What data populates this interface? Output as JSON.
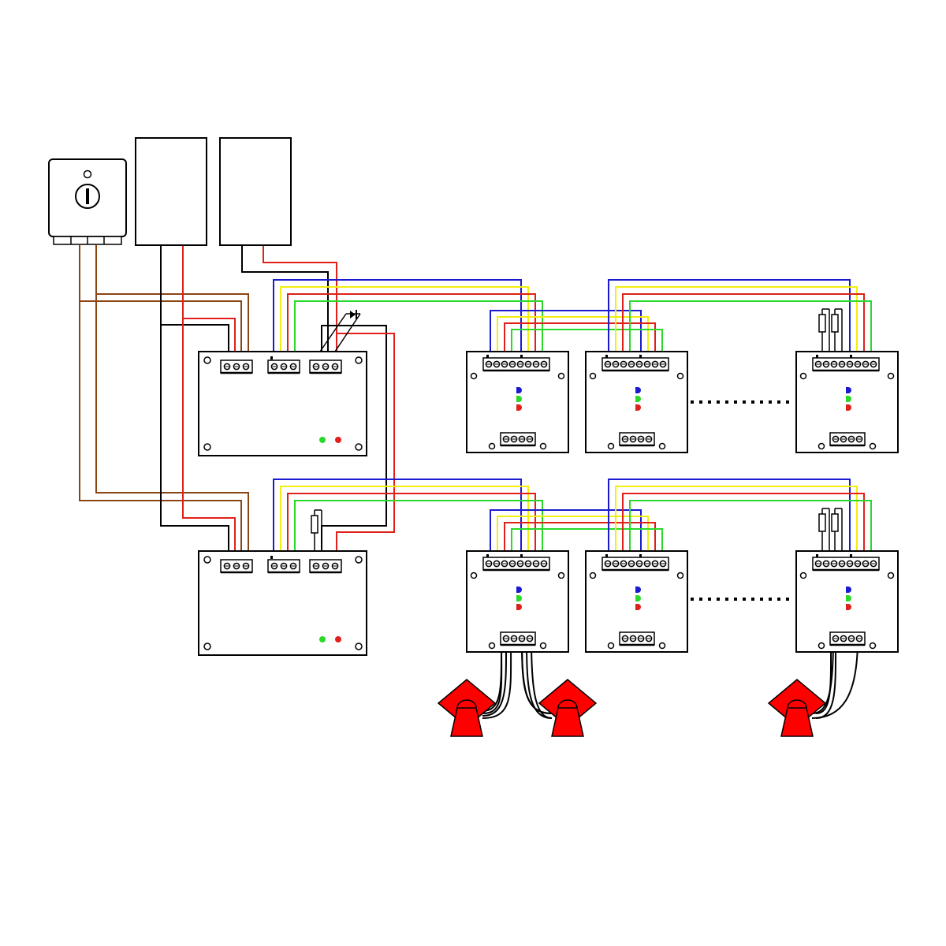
{
  "colors": {
    "background": "#ffffff",
    "outline": "#000000",
    "wire_brown": "#8b4513",
    "wire_black": "#000000",
    "wire_red": "#e0201a",
    "wire_blue": "#1a1ad0",
    "wire_yellow": "#f2ee10",
    "wire_green": "#2ad82a",
    "led_blue": "#1a1ad0",
    "led_green": "#2ad82a",
    "led_red": "#e0201a",
    "siren": "#ff0000"
  },
  "icons": {
    "key_switch": "key-switch-icon",
    "power_supply": "power-supply-box",
    "battery": "battery-box",
    "controller": "controller-board",
    "node": "node-module",
    "siren": "siren-icon",
    "resistor": "resistor-icon",
    "diode": "diode-icon",
    "continuation": "ellipsis-dots"
  }
}
